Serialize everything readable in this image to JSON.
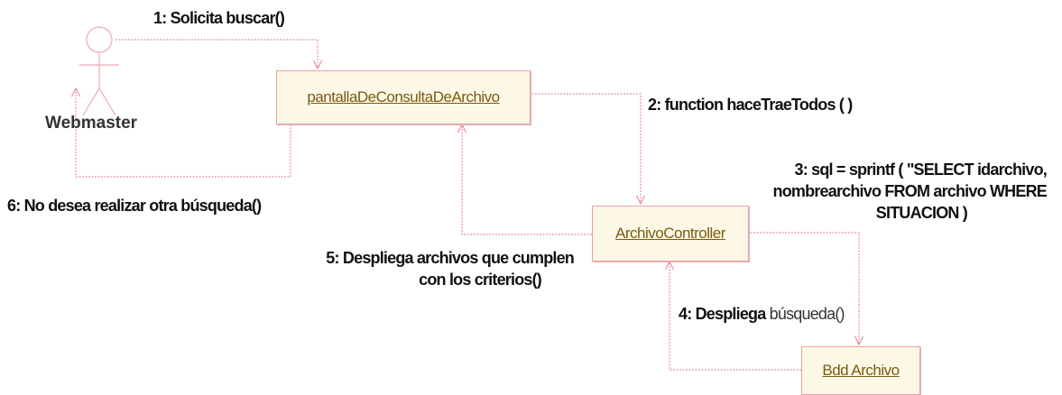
{
  "diagram": {
    "actor": {
      "name": "Webmaster",
      "icon": "stick-figure-actor-icon"
    },
    "objects": {
      "pantalla": "pantallaDeConsultaDeArchivo",
      "controller": "ArchivoController",
      "bdd": "Bdd Archivo"
    },
    "messages": {
      "m1": "1: Solicita buscar()",
      "m2": "2: function haceTraeTodos ( )",
      "m3_line1": "3: sql = sprintf ( \"SELECT idarchivo,",
      "m3_line2": "nombrearchivo FROM archivo WHERE",
      "m3_line3": "SITUACION )",
      "m4_bold": "4: Despliega",
      "m4_rest": "búsqueda()",
      "m5_line1": "5: Despliega archivos que cumplen",
      "m5_line2": "con los criterios()",
      "m6": "6: No desea realizar otra búsqueda()"
    },
    "colors": {
      "connector": "#e890a0",
      "box_fill": "#fdf8e6",
      "box_border": "#e8a0a8",
      "label_text": "#7a5a10"
    }
  }
}
